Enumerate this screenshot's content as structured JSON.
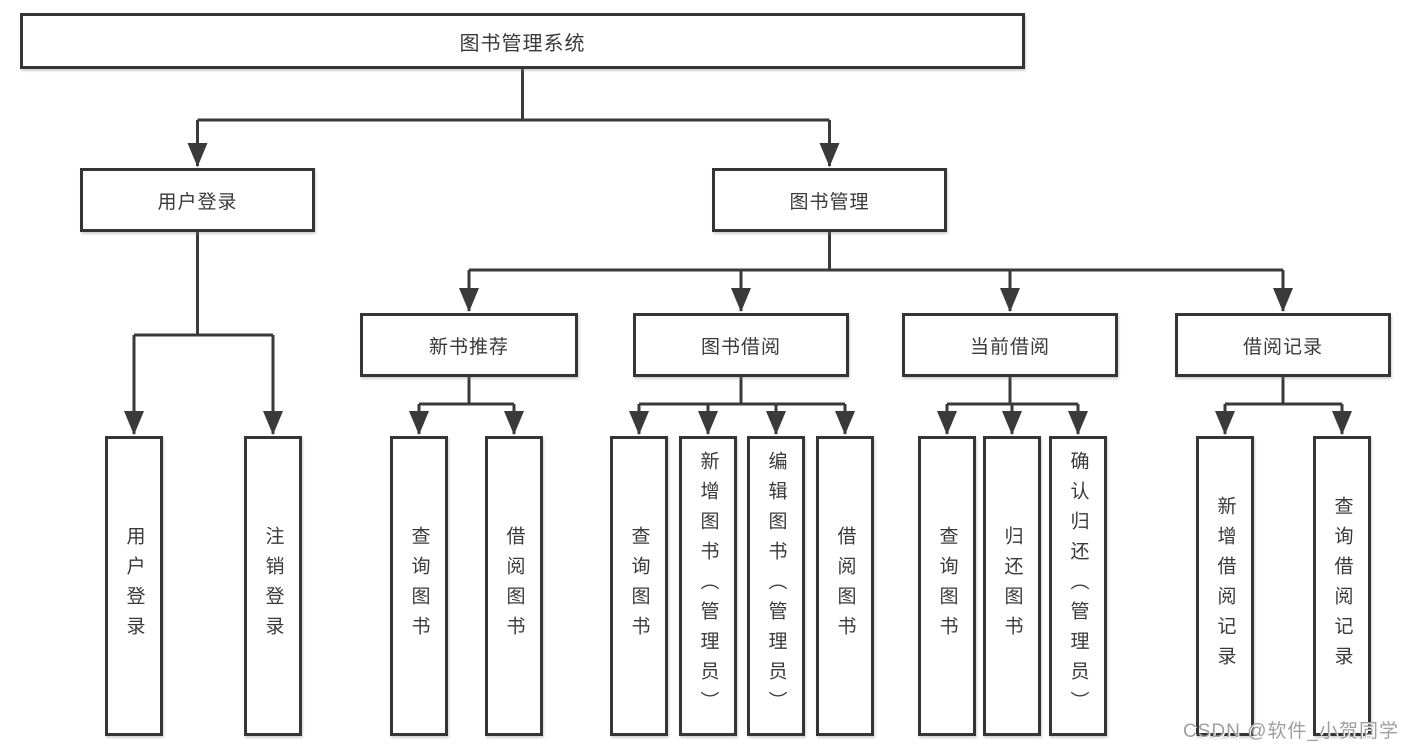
{
  "tree": {
    "root": "图书管理系统",
    "branches": [
      {
        "label": "用户登录",
        "children": [
          "用户登录",
          "注销登录"
        ]
      },
      {
        "label": "图书管理",
        "groups": [
          {
            "label": "新书推荐",
            "children": [
              "查询图书",
              "借阅图书"
            ]
          },
          {
            "label": "图书借阅",
            "children": [
              "查询图书",
              "新增图书（管理员）",
              "编辑图书（管理员）",
              "借阅图书"
            ]
          },
          {
            "label": "当前借阅",
            "children": [
              "查询图书",
              "归还图书",
              "确认归还（管理员）"
            ]
          },
          {
            "label": "借阅记录",
            "children": [
              "新增借阅记录",
              "查询借阅记录"
            ]
          }
        ]
      }
    ]
  },
  "watermark": "CSDN @软件_小贺同学",
  "colors": {
    "line": "#3a3a3a",
    "border": "#353535",
    "text": "#3a3a3a",
    "watermark": "#9f9f9f",
    "background": "#ffffff"
  }
}
